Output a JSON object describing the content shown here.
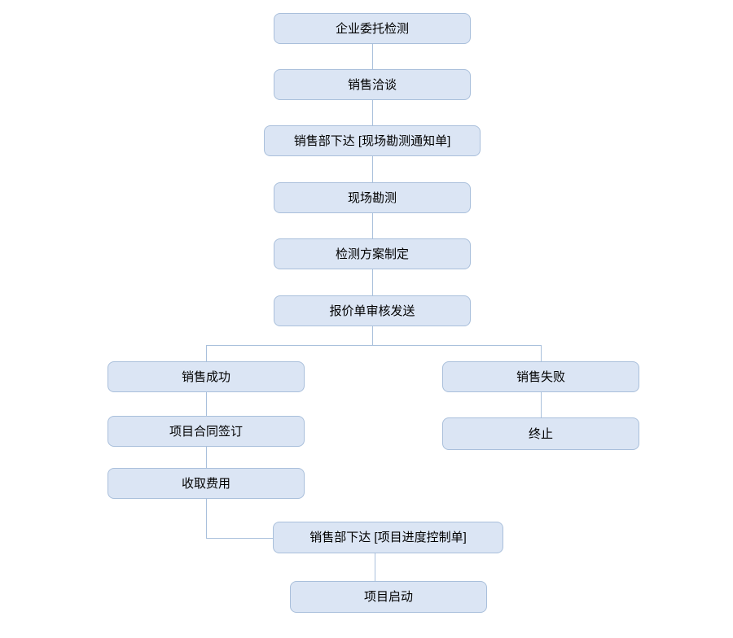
{
  "diagram": {
    "type": "flowchart",
    "direction": "top-down",
    "colors": {
      "background": "#ffffff",
      "node_fill": "#dbe5f4",
      "node_border": "#a9bfdb",
      "connector": "#a9c0dc",
      "text": "#000000"
    },
    "nodes": [
      {
        "id": "enterprise-commission-testing",
        "label": "企业委托检测"
      },
      {
        "id": "sales-negotiation",
        "label": "销售洽谈"
      },
      {
        "id": "sales-dept-issue-site-survey-notice",
        "label": "销售部下达 [现场勘测通知单]"
      },
      {
        "id": "site-survey",
        "label": "现场勘测"
      },
      {
        "id": "testing-plan-formulation",
        "label": "检测方案制定"
      },
      {
        "id": "quotation-review-send",
        "label": "报价单审核发送"
      },
      {
        "id": "sales-success",
        "label": "销售成功"
      },
      {
        "id": "sales-failure",
        "label": "销售失败"
      },
      {
        "id": "project-contract-signing",
        "label": "项目合同签订"
      },
      {
        "id": "terminate",
        "label": "终止"
      },
      {
        "id": "collect-fees",
        "label": "收取费用"
      },
      {
        "id": "sales-dept-issue-progress-control-sheet",
        "label": "销售部下达 [项目进度控制单]"
      },
      {
        "id": "project-launch",
        "label": "项目启动"
      }
    ],
    "edges": [
      {
        "from": "enterprise-commission-testing",
        "to": "sales-negotiation"
      },
      {
        "from": "sales-negotiation",
        "to": "sales-dept-issue-site-survey-notice"
      },
      {
        "from": "sales-dept-issue-site-survey-notice",
        "to": "site-survey"
      },
      {
        "from": "site-survey",
        "to": "testing-plan-formulation"
      },
      {
        "from": "testing-plan-formulation",
        "to": "quotation-review-send"
      },
      {
        "from": "quotation-review-send",
        "to": "sales-success"
      },
      {
        "from": "quotation-review-send",
        "to": "sales-failure"
      },
      {
        "from": "sales-success",
        "to": "project-contract-signing"
      },
      {
        "from": "sales-failure",
        "to": "terminate"
      },
      {
        "from": "project-contract-signing",
        "to": "collect-fees"
      },
      {
        "from": "collect-fees",
        "to": "sales-dept-issue-progress-control-sheet"
      },
      {
        "from": "sales-dept-issue-progress-control-sheet",
        "to": "project-launch"
      }
    ]
  }
}
